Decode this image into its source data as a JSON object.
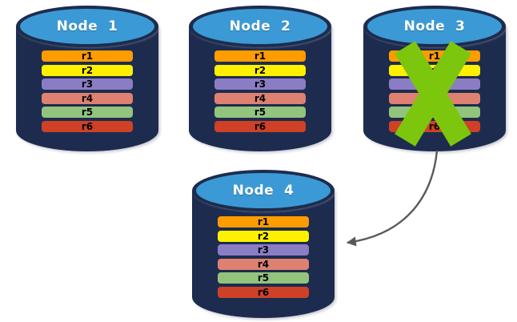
{
  "colors": {
    "background": "#ffffff",
    "cylinder-body": "#1d2c4e",
    "cylinder-top": "#3b9ad5",
    "title-text": "#ffffff",
    "row-text": "#000000",
    "row-r1": "#ff9c00",
    "row-r2": "#fff000",
    "row-r3": "#8b7dc4",
    "row-r4": "#de8170",
    "row-r5": "#92c47d",
    "row-r6": "#ce4126",
    "x-mark": "#7cc60e",
    "arrow": "#595959"
  },
  "nodes": [
    {
      "title": "Node  1",
      "failed": false,
      "rows": [
        "r1",
        "r2",
        "r3",
        "r4",
        "r5",
        "r6"
      ]
    },
    {
      "title": "Node  2",
      "failed": false,
      "rows": [
        "r1",
        "r2",
        "r3",
        "r4",
        "r5",
        "r6"
      ]
    },
    {
      "title": "Node  3",
      "failed": true,
      "rows": [
        "r1",
        "r2",
        "r3",
        "r4",
        "r5",
        "r6"
      ]
    },
    {
      "title": "Node  4",
      "failed": false,
      "rows": [
        "r1",
        "r2",
        "r3",
        "r4",
        "r5",
        "r6"
      ]
    }
  ],
  "annotations": {
    "x_mark_on": "Node 3",
    "arrow": {
      "from": "Node 3",
      "to": "Node 4"
    }
  }
}
